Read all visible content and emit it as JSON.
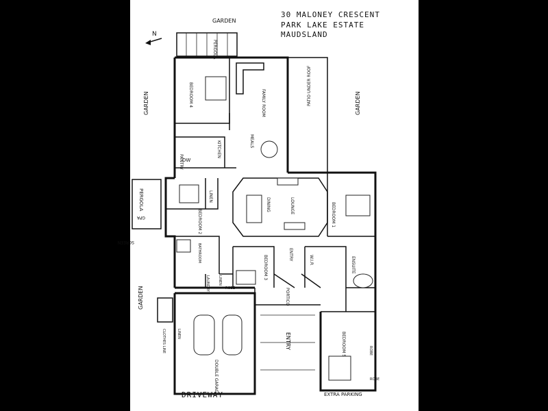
{
  "address": {
    "line1": "30 MALONEY CRESCENT",
    "line2": "PARK LAKE ESTATE",
    "line3": "MAUDSLAND"
  },
  "compass": {
    "north": "N"
  },
  "outdoor": {
    "garden_top": "GARDEN",
    "garden_left": "GARDEN",
    "garden_right": "GARDEN",
    "garden_left_lower": "GARDEN",
    "driveway": "DRIVEWAY",
    "extra_parking": "EXTRA PARKING",
    "screen": "SCREEN",
    "clothes_line": "CLOTHES LINE",
    "pergola_top": "PERGOLA",
    "pergola_side": "PERGOLA",
    "gpa": "GPA",
    "patio": "PATIO UNDER ROOF",
    "portico": "PORTICO",
    "entry_outside": "ENTRY"
  },
  "rooms": {
    "bedroom4": "BEDROOM 4",
    "family_room": "FAMILY ROOM",
    "meals": "MEALS",
    "kitchen": "KITCHEN",
    "pantry": "PANTRY",
    "dw": "DW",
    "bedroom2": "BEDROOM 2",
    "linen_upper": "LINEN",
    "dining": "DINING",
    "lounge": "LOUNGE",
    "bedroom1": "BEDROOM 1",
    "bathroom": "BATHROOM",
    "bedroom3": "BEDROOM 3",
    "entry": "ENTRY",
    "wir": "W.I.R",
    "ensuite": "ENSUITE",
    "laundry": "LAUNDRY",
    "linen_lower": "LINEN",
    "robe": "ROBE",
    "bedroom5": "BEDROOM 5",
    "double_garage": "DOUBLE GARAGE",
    "linen_garage": "LINEN",
    "robe_bed5": "ROBE",
    "robe_ens": "ROBE"
  }
}
